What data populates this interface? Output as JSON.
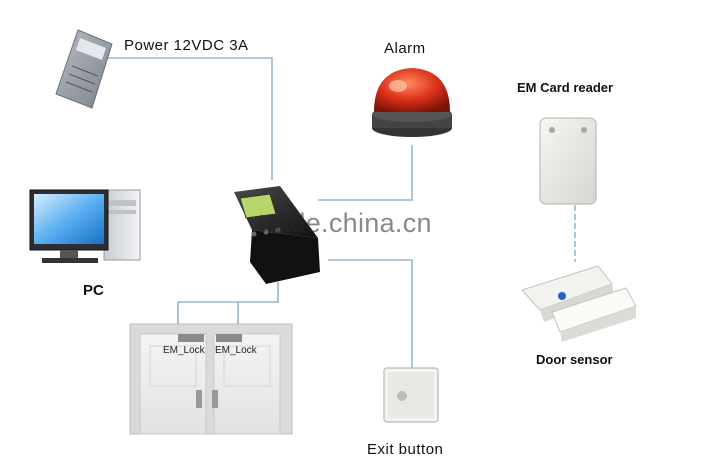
{
  "labels": {
    "power": "Power 12VDC 3A",
    "alarm": "Alarm",
    "card_reader": "EM Card reader",
    "pc": "PC",
    "door_sensor": "Door sensor",
    "exit_button": "Exit button",
    "em_lock_left": "EM_Lock",
    "em_lock_right": "EM_Lock"
  },
  "watermark": "trade.china.cn",
  "colors": {
    "wire": "#8fb9d3",
    "alarm_red": "#d9301a",
    "screen_green": "#b6d66a",
    "door_white": "#eeeeee",
    "lock_bar": "#8a8a8a"
  }
}
